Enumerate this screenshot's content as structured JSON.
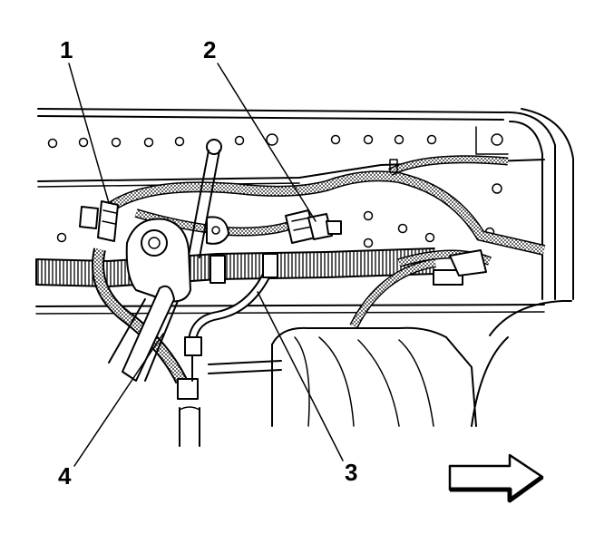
{
  "callouts": [
    {
      "id": "c1",
      "label": "1"
    },
    {
      "id": "c2",
      "label": "2"
    },
    {
      "id": "c3",
      "label": "3"
    },
    {
      "id": "c4",
      "label": "4"
    }
  ],
  "direction_arrow": {
    "icon": "right-arrow-icon",
    "direction": "right"
  },
  "colors": {
    "line": "#000000",
    "background": "#ffffff"
  }
}
